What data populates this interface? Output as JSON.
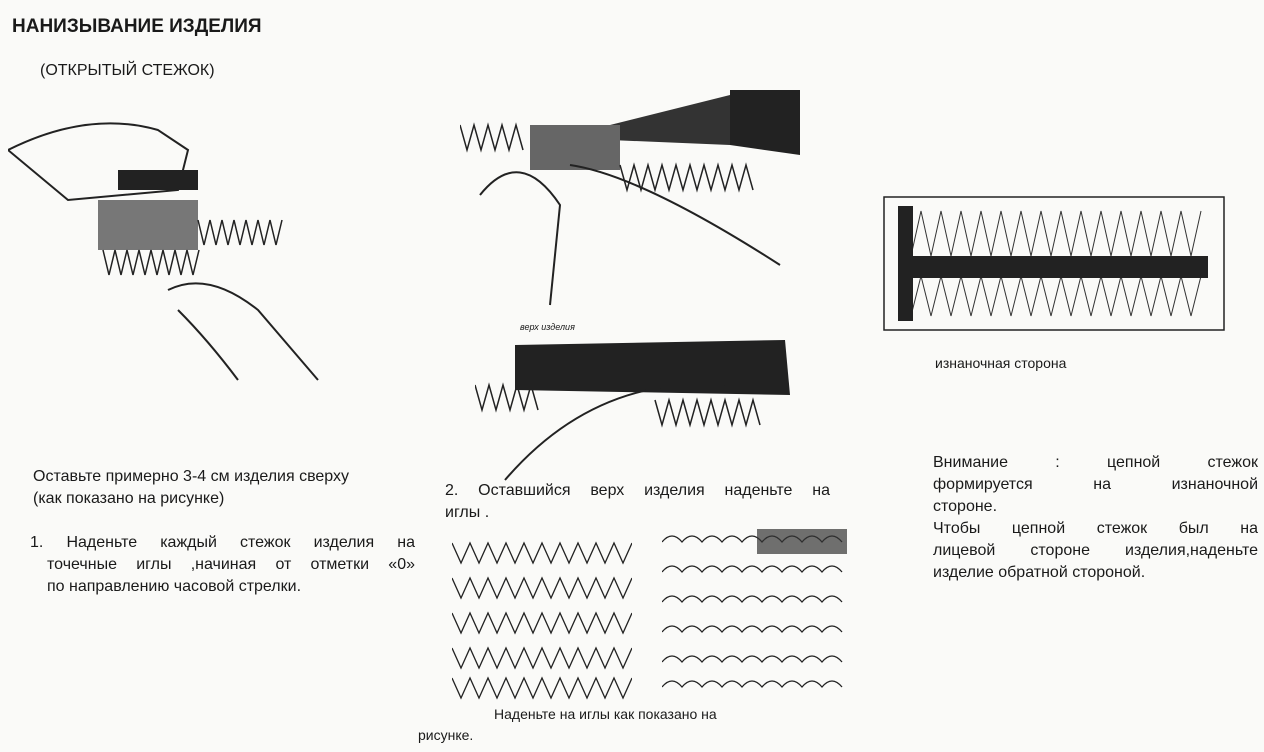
{
  "title": "НАНИЗЫВАНИЕ ИЗДЕЛИЯ",
  "subtitle": "(ОТКРЫТЫЙ СТЕЖОК)",
  "left_column": {
    "intro_line1": "Оставьте примерно 3-4 см изделия сверху",
    "intro_line2": "(как показано на рисунке)",
    "step1_number": "1.",
    "step1_line1": "Наденьте каждый стежок изделия на",
    "step1_line2": "точечные иглы ,начиная от отметки «0»",
    "step1_line3": "по направлению часовой стрелки."
  },
  "middle_column": {
    "figure_label": "верх изделия",
    "step2_line1": "2. Оставшийся верх изделия наденьте на",
    "step2_line2": "иглы .",
    "caption_line1": "Наденьте на иглы как показано на",
    "caption_line2": "рисунке."
  },
  "right_column": {
    "figure_caption": "изнаночная сторона",
    "note_line1": "Внимание  :  цепной  стежок",
    "note_line2": "формируется  на  изнаночной",
    "note_line3": "стороне.",
    "note_line4": "Чтобы  цепной  стежок  был  на",
    "note_line5": "лицевой стороне изделия,наденьте",
    "note_line6": "изделие обратной стороной."
  }
}
